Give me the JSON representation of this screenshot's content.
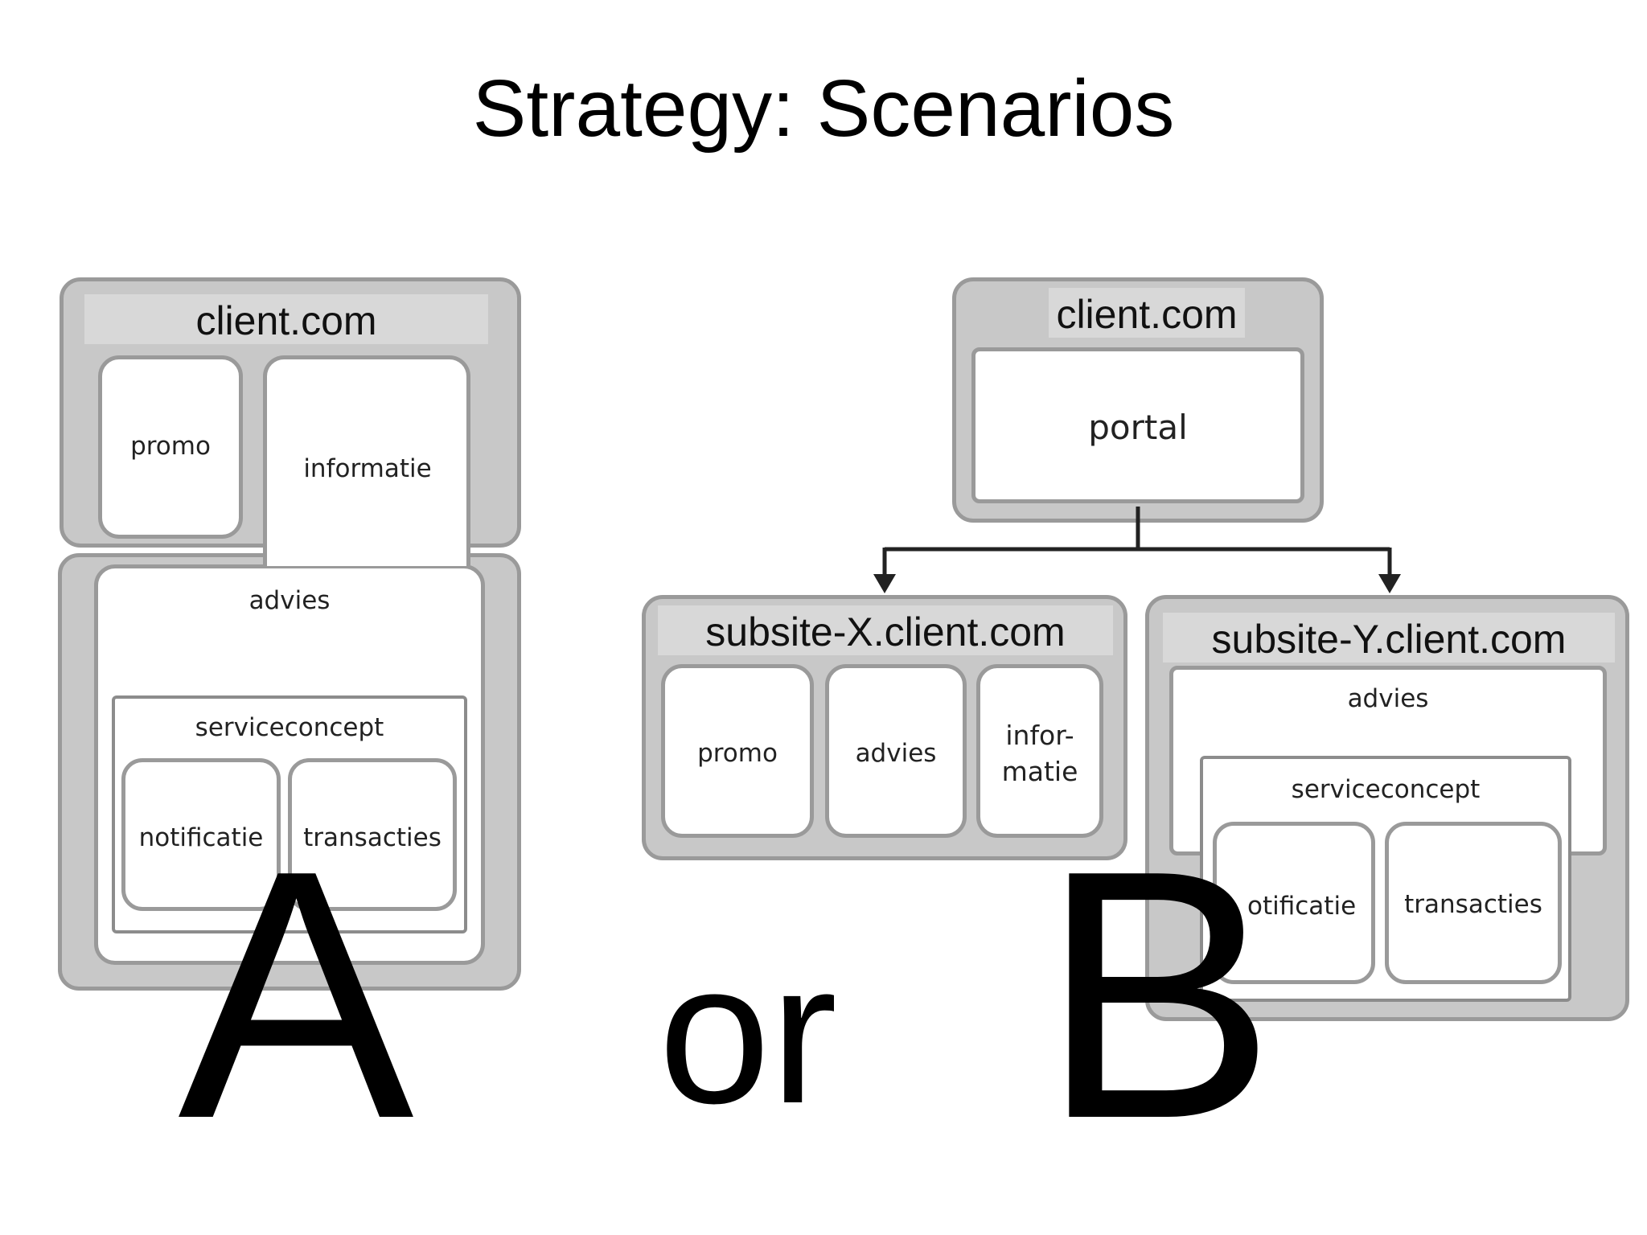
{
  "title": "Strategy: Scenarios",
  "scenario_a": {
    "domain_label": "client.com",
    "promo": "promo",
    "informatie": "informatie",
    "advies": "advies",
    "serviceconcept": "serviceconcept",
    "notificatie": "notificatie",
    "transacties": "transacties",
    "letter": "A"
  },
  "connector_word": "or",
  "scenario_b": {
    "domain_label": "client.com",
    "portal": "portal",
    "subsite_x": {
      "domain_label": "subsite-X.client.com",
      "promo": "promo",
      "advies": "advies",
      "informatie": "infor-\nmatie"
    },
    "subsite_y": {
      "domain_label": "subsite-Y.client.com",
      "advies": "advies",
      "serviceconcept": "serviceconcept",
      "notificatie": "otificatie",
      "transacties": "transacties"
    },
    "letter": "B"
  },
  "colors": {
    "container_gray": "#c8c8c8",
    "border_gray": "#9a9a9a",
    "header_band": "#d8d8d8",
    "module_white": "#ffffff",
    "text_dark": "#222222",
    "arrow": "#222222"
  }
}
